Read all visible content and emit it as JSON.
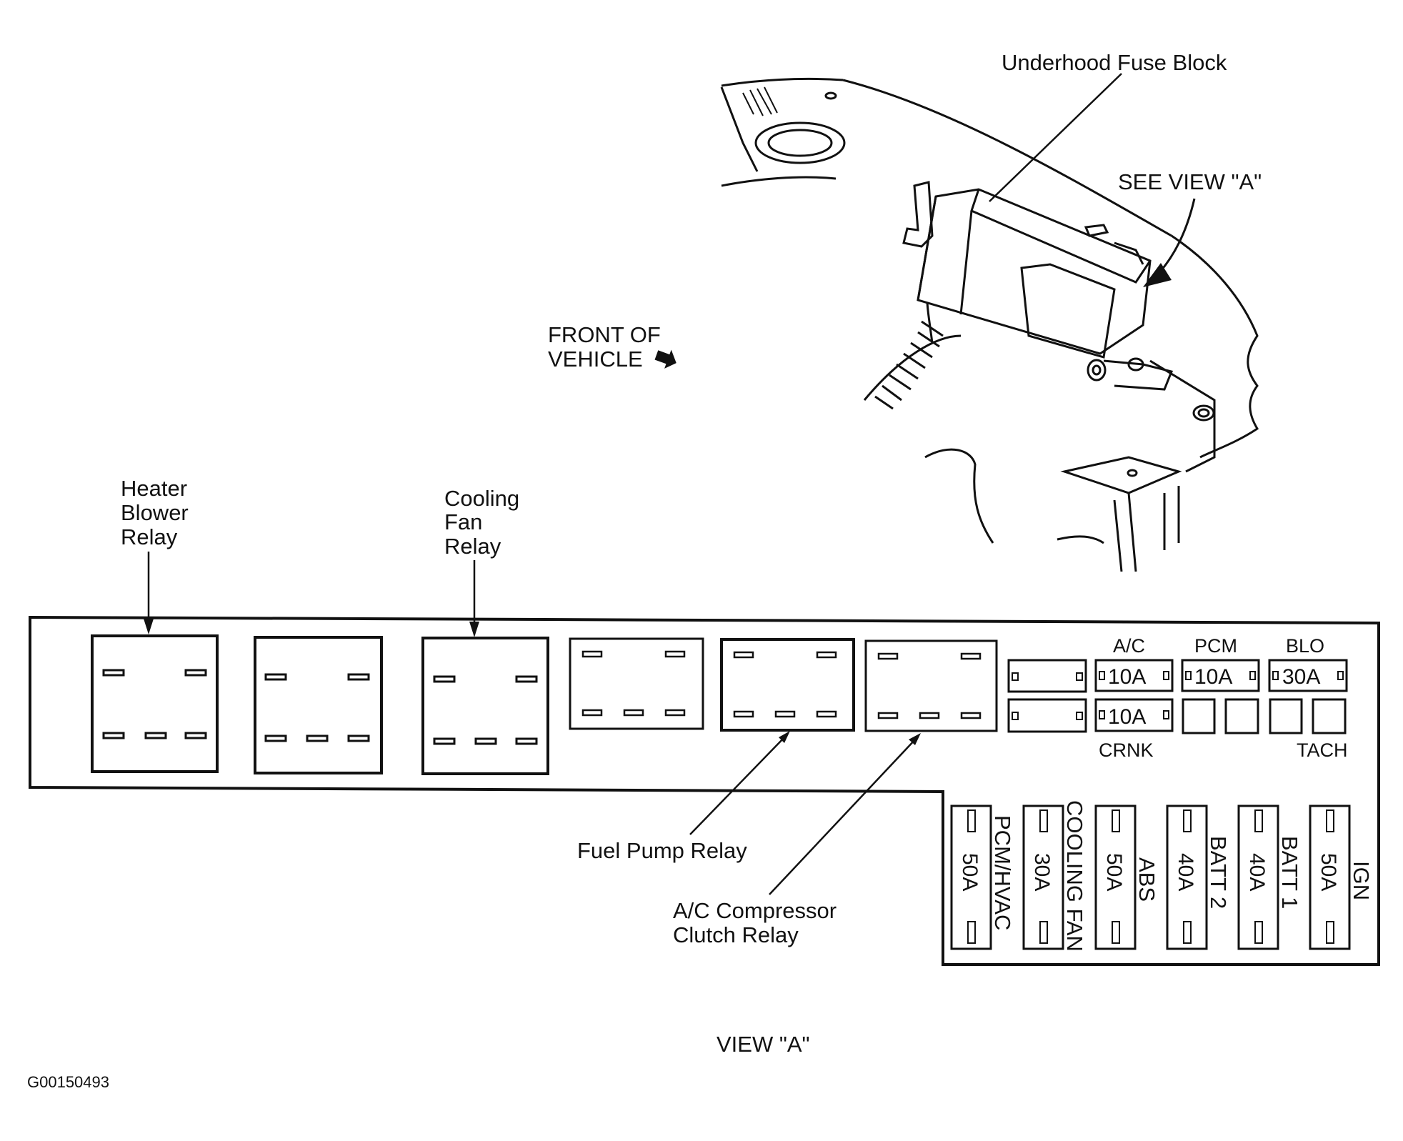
{
  "colors": {
    "ink": "#111111",
    "background": "#ffffff"
  },
  "callouts": {
    "underhood_fuse_block": "Underhood Fuse Block",
    "see_view_a": "SEE VIEW \"A\"",
    "front_of_vehicle_line1": "FRONT OF",
    "front_of_vehicle_line2": "VEHICLE",
    "heater_blower_relay": [
      "Heater",
      "Blower",
      "Relay"
    ],
    "cooling_fan_relay": [
      "Cooling",
      "Fan",
      "Relay"
    ],
    "fuel_pump_relay": "Fuel Pump Relay",
    "ac_compressor_clutch_relay": [
      "A/C Compressor",
      "Clutch Relay"
    ],
    "view_a": "VIEW \"A\"",
    "figure_id": "G00150493"
  },
  "mini_fuses": {
    "top_row": [
      {
        "label": "A/C",
        "rating": "10A"
      },
      {
        "label": "PCM",
        "rating": "10A"
      },
      {
        "label": "BLO",
        "rating": "30A"
      }
    ],
    "crnk": {
      "label": "CRNK",
      "rating": "10A"
    },
    "tach": {
      "label": "TACH"
    }
  },
  "maxi_fuses": [
    {
      "rating": "50A",
      "label": "PCM/HVAC"
    },
    {
      "rating": "30A",
      "label": "COOLING FAN"
    },
    {
      "rating": "50A",
      "label": "ABS"
    },
    {
      "rating": "40A",
      "label": "BATT 2"
    },
    {
      "rating": "40A",
      "label": "BATT 1"
    },
    {
      "rating": "50A",
      "label": "IGN"
    }
  ]
}
